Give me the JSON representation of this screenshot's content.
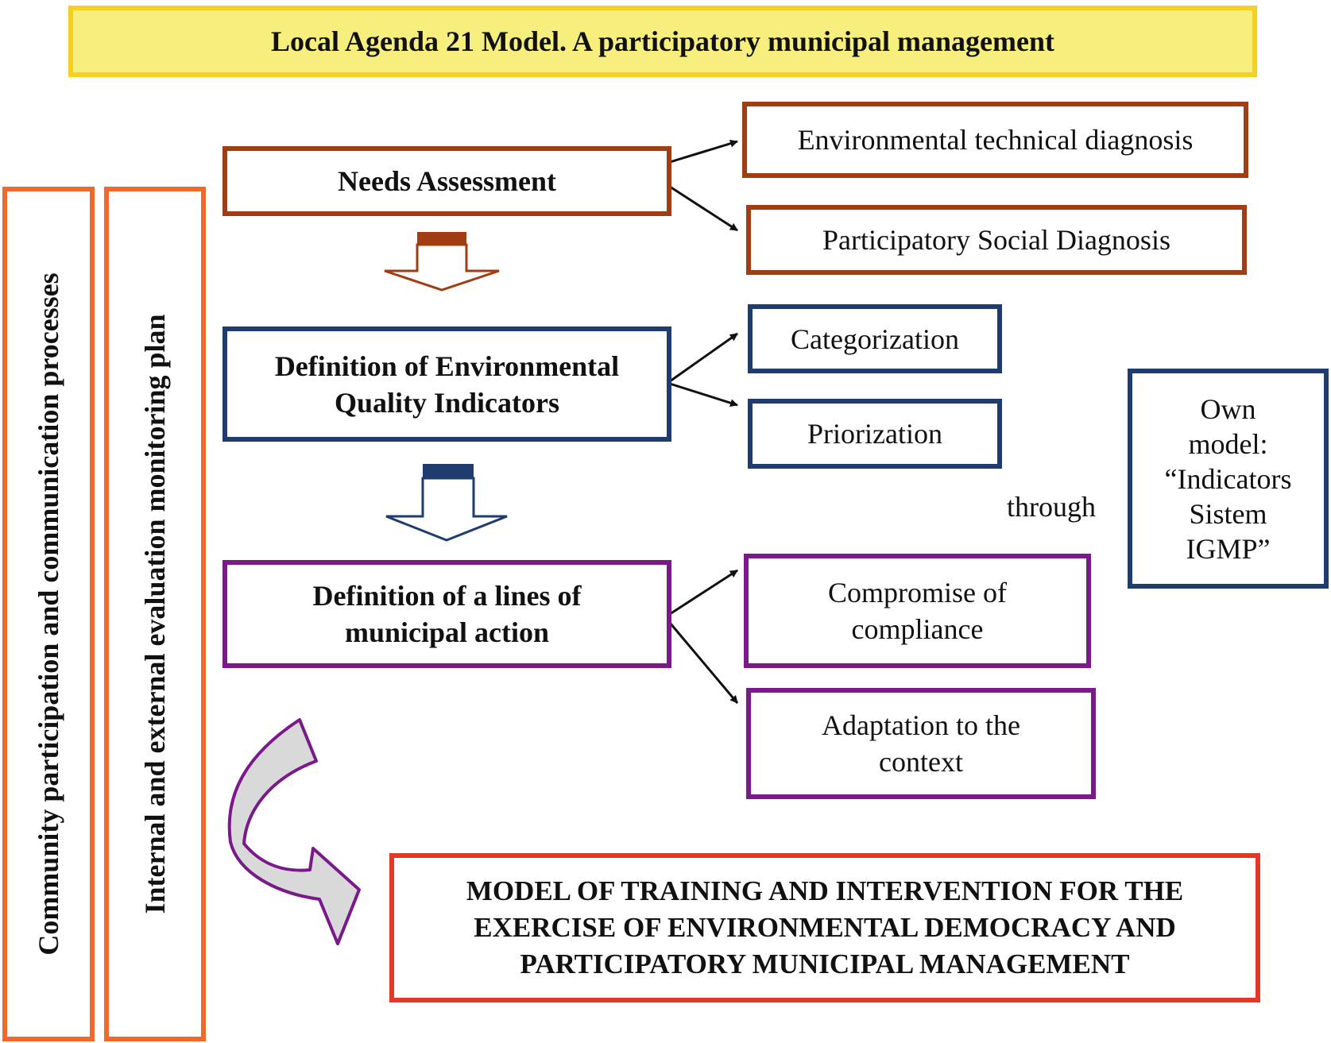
{
  "title": "Local Agenda 21 Model. A participatory municipal management",
  "side_panels": {
    "outer": "Community participation and communication processes",
    "inner": "Internal and external evaluation monitoring plan"
  },
  "stages": {
    "needs": {
      "label": "Needs Assessment",
      "outputs": [
        "Environmental technical diagnosis",
        "Participatory Social Diagnosis"
      ]
    },
    "indicators": {
      "label_line1": "Definition of Environmental",
      "label_line2": "Quality Indicators",
      "outputs": [
        "Categorization",
        "Priorization"
      ]
    },
    "action": {
      "label_line1": "Definition of a lines of",
      "label_line2": "municipal action",
      "outputs": [
        {
          "line1": "Compromise of",
          "line2": "compliance"
        },
        {
          "line1": "Adaptation to the",
          "line2": "context"
        }
      ]
    }
  },
  "connector": "through",
  "own_model": {
    "line1": "Own",
    "line2": "model:",
    "line3": "“Indicators",
    "line4": "Sistem",
    "line5": "IGMP”"
  },
  "final_model": {
    "line1": "MODEL OF TRAINING AND INTERVENTION FOR THE",
    "line2": "EXERCISE OF ENVIRONMENTAL DEMOCRACY AND",
    "line3": "PARTICIPATORY MUNICIPAL MANAGEMENT"
  },
  "colors": {
    "title_fill": "#f7ef7d",
    "title_border": "#f6cf21",
    "needs": "#a13d12",
    "indicators": "#1f3c6e",
    "action": "#7a1a8a",
    "side_panels": "#ee6a2a",
    "final_model": "#e0392a"
  }
}
